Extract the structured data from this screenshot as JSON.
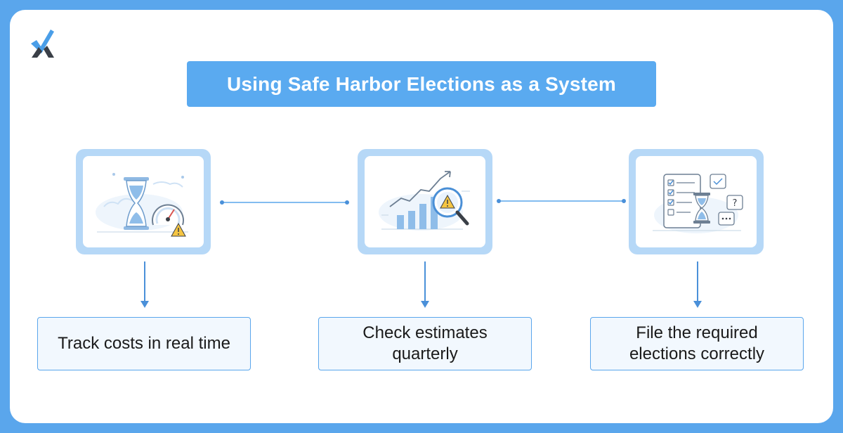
{
  "title": "Using Safe Harbor Elections as a System",
  "steps": [
    {
      "label": "Track costs in real time",
      "icon": "hourglass-gauge-icon"
    },
    {
      "label": "Check estimates quarterly",
      "icon": "chart-magnifier-icon"
    },
    {
      "label": "File the required elections correctly",
      "icon": "checklist-hourglass-icon"
    }
  ],
  "colors": {
    "background": "#5aa6ec",
    "banner": "#5aaaf0",
    "frame": "#b6d8f7",
    "label_fill": "#f2f8fe",
    "accent": "#4a90d9",
    "warning": "#f5c542"
  }
}
